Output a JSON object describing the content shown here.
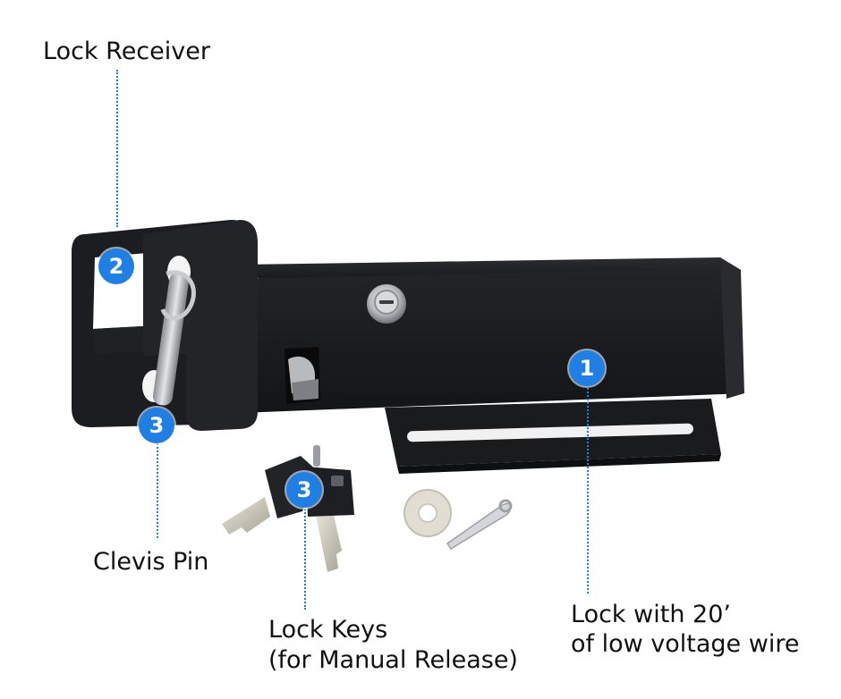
{
  "labels": {
    "lock_receiver": "Lock Receiver",
    "clevis_pin": "Clevis Pin",
    "lock_keys_line1": "Lock Keys",
    "lock_keys_line2": "(for Manual Release)",
    "lock_line1": "Lock with 20’",
    "lock_line2": "of low voltage wire"
  },
  "badges": {
    "lock": "1",
    "receiver": "2",
    "clevis_pin": "3",
    "keys": "3"
  },
  "colors": {
    "badge_blue": "#1f7fe5",
    "metal_black": "#1b1c1e"
  }
}
